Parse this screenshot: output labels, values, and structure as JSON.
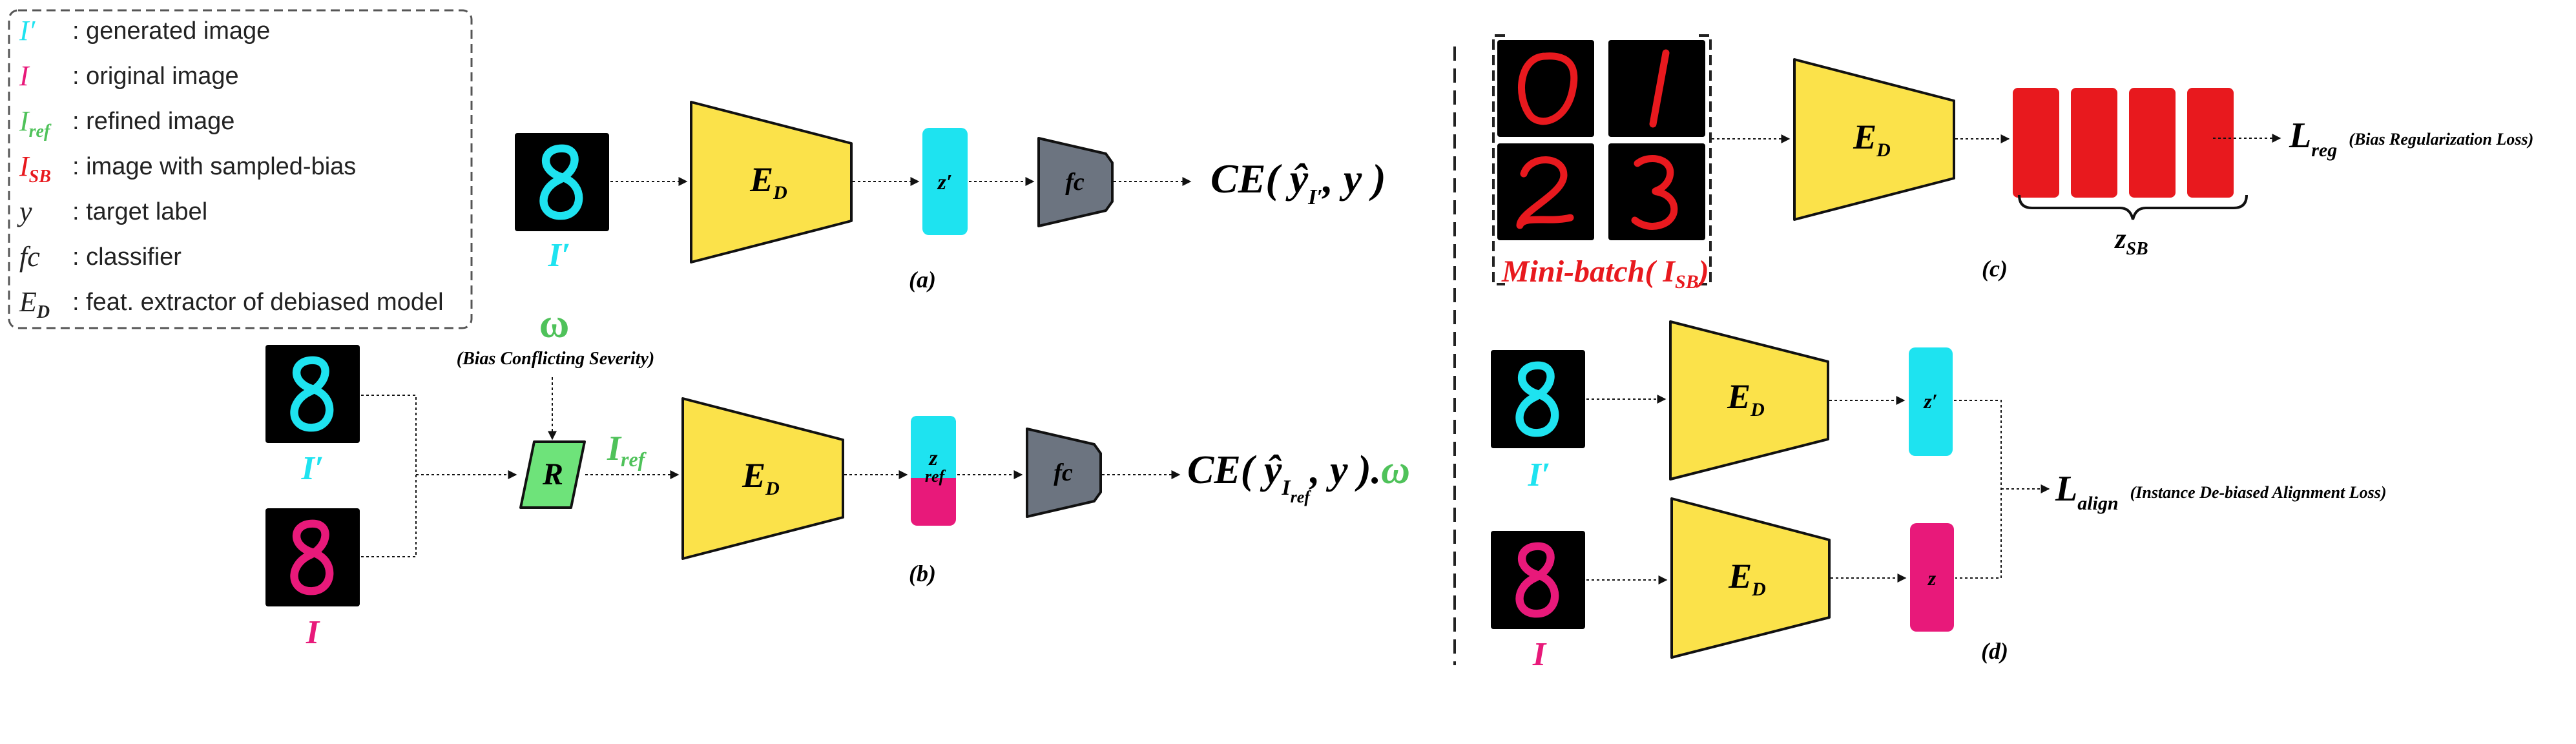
{
  "legend": {
    "items": [
      {
        "sym": "I′",
        "desc": ": generated image",
        "color": "#1ee3f0"
      },
      {
        "sym": "I",
        "desc": ": original image",
        "color": "#e8197a"
      },
      {
        "sym": "I",
        "sub": "ref",
        "desc": ": refined image",
        "color": "#4fc25a"
      },
      {
        "sym": "I",
        "sub": "SB",
        "desc": ": image with sampled-bias",
        "color": "#e8191e"
      },
      {
        "sym": "y",
        "desc": ": target label",
        "color": "#222222"
      },
      {
        "sym": "fc",
        "desc": ": classifier",
        "color": "#222222"
      },
      {
        "sym": "E",
        "sub": "D",
        "desc": ": feat. extractor of debiased model",
        "color": "#222222"
      }
    ]
  },
  "panel_a": {
    "image_label": "I′",
    "encoder": "E",
    "encoder_sub": "D",
    "feature": "z′",
    "classifier": "fc",
    "loss": "CE( ŷ",
    "loss_sub": "I′",
    "loss_tail": ", y )",
    "caption": "(a)"
  },
  "panel_b": {
    "omega": "ω",
    "severity": "(Bias Conflicting Severity)",
    "img_top_label": "I′",
    "img_bottom_label": "I",
    "refiner": "R",
    "iref": "I",
    "iref_sub": "ref",
    "encoder": "E",
    "encoder_sub": "D",
    "feature": "z",
    "feature_sub": "ref",
    "classifier": "fc",
    "loss": "CE( ŷ",
    "loss_sub": "I",
    "loss_subsub": "ref",
    "loss_tail": ", y ).",
    "loss_omega": "ω",
    "caption": "(b)"
  },
  "panel_c": {
    "batch_label": "Mini-batch( I",
    "batch_sub": "SB",
    "batch_tail": ")",
    "encoder": "E",
    "encoder_sub": "D",
    "zsb": "z",
    "zsb_sub": "SB",
    "loss": "L",
    "loss_sub": "reg",
    "loss_desc": "(Bias Regularization Loss)",
    "caption": "(c)",
    "digits": [
      "0",
      "1",
      "2",
      "3"
    ]
  },
  "panel_d": {
    "img_top_label": "I′",
    "img_bottom_label": "I",
    "encoder": "E",
    "encoder_sub": "D",
    "feature_top": "z′",
    "feature_bottom": "z",
    "loss": "L",
    "loss_sub": "align",
    "loss_desc": "(Instance De-biased Alignment Loss)",
    "caption": "(d)"
  },
  "colors": {
    "cyan": "#1ee3f0",
    "magenta": "#e8197a",
    "green": "#4fc25a",
    "red": "#e8191e",
    "yellow": "#fbe24a",
    "gray": "#6c7480"
  }
}
